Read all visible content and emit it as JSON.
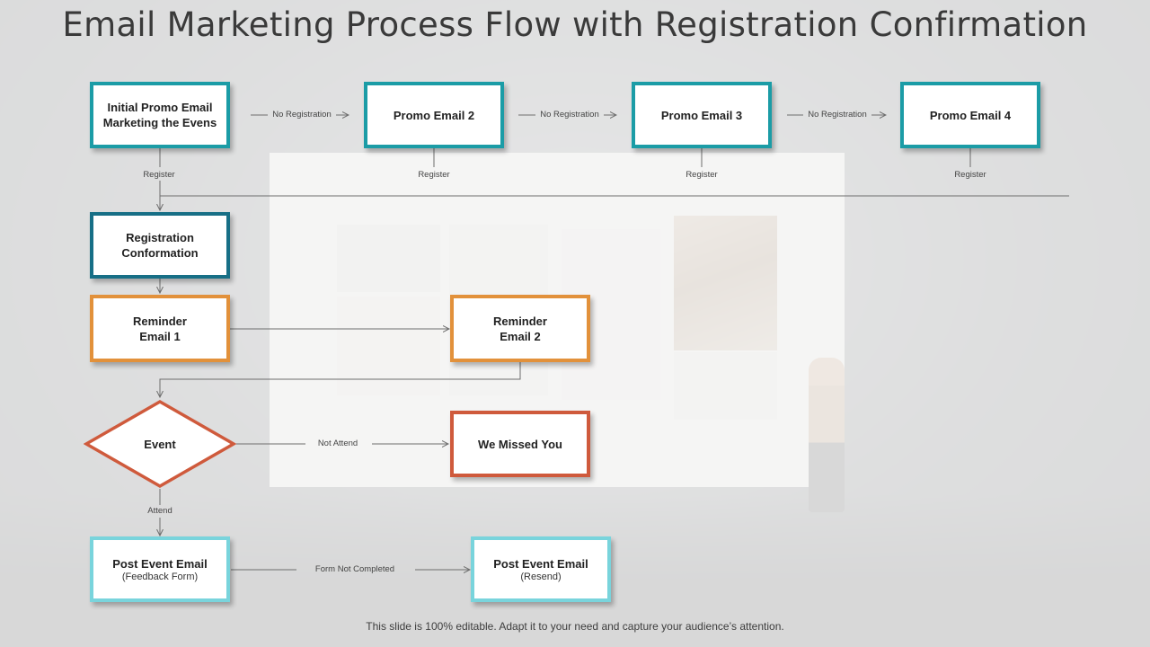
{
  "title": "Email Marketing Process Flow with Registration Confirmation",
  "nodes": {
    "initial_promo": "Initial Promo Email Marketing the Evens",
    "promo2": "Promo Email 2",
    "promo3": "Promo Email 3",
    "promo4": "Promo Email 4",
    "registration": "Registration Conformation",
    "reminder1": "Reminder Email 1",
    "reminder2": "Reminder Email 2",
    "event": "Event",
    "missed": "We Missed You",
    "post_event": {
      "title": "Post Event  Email",
      "sub": "(Feedback Form)"
    },
    "post_event_resend": {
      "title": "Post Event  Email",
      "sub": "(Resend)"
    }
  },
  "edges": {
    "no_registration": "No Registration",
    "register": "Register",
    "not_attend": "Not Attend",
    "attend": "Attend",
    "form_not_completed": "Form  Not Completed"
  },
  "footer": "This slide is 100% editable. Adapt it to your need and capture your audience’s attention.",
  "colors": {
    "teal": "#1b9ca6",
    "deep_teal": "#176f86",
    "orange": "#e2913b",
    "red": "#cf5a3c",
    "light_cyan": "#79d4dc"
  }
}
